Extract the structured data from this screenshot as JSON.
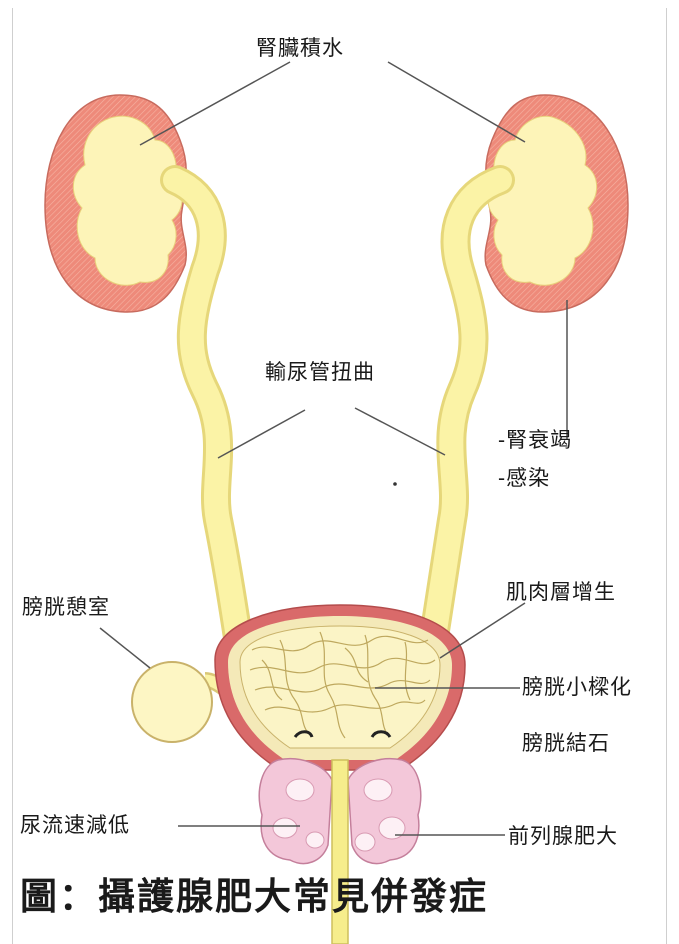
{
  "labels": {
    "hydronephrosis": "腎臟積水",
    "ureter_tortuosity": "輸尿管扭曲",
    "renal_failure": "-腎衰竭",
    "infection": "-感染",
    "bladder_diverticulum": "膀胱憩室",
    "muscle_hyperplasia": "肌肉層增生",
    "bladder_trabeculation": "膀胱小樑化",
    "bladder_stone": "膀胱結石",
    "reduced_urine_flow": "尿流速減低",
    "prostate_enlargement": "前列腺肥大"
  },
  "caption": "圖：攝護腺肥大常見併發症",
  "colors": {
    "kidney_cortex": "#ef8f7f",
    "kidney_inner": "#fdf6c0",
    "ureter": "#f8f09a",
    "bladder_wall": "#d96a6a",
    "prostate": "#f3c7d9",
    "leader_line": "#555555"
  }
}
